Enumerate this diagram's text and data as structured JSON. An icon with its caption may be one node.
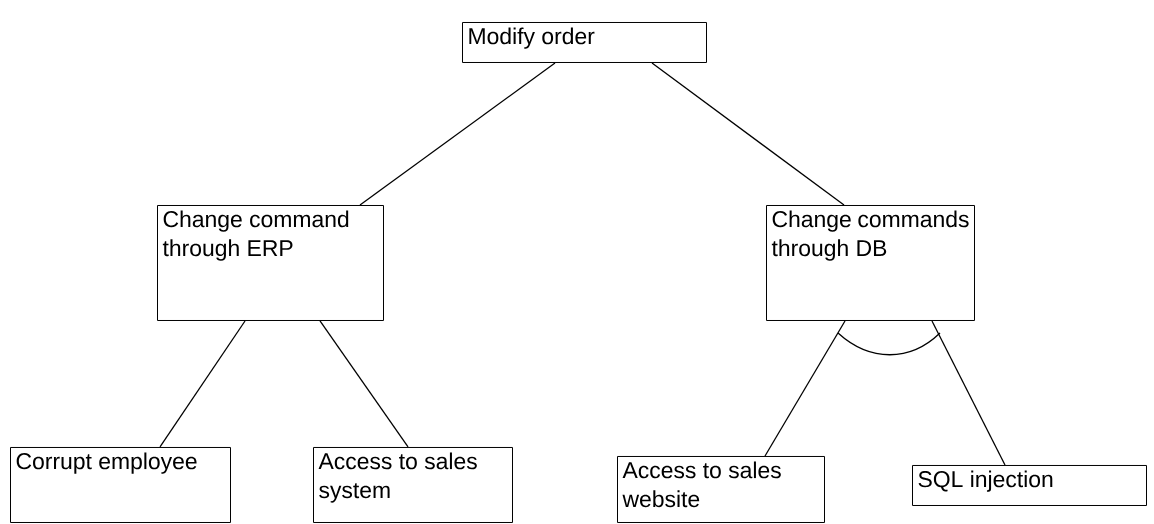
{
  "diagram": {
    "nodes": [
      {
        "text": [
          "Modify order"
        ]
      },
      {
        "text": [
          "Change command through ERP"
        ]
      },
      {
        "text": [
          "Change commands through DB"
        ]
      },
      {
        "text": [
          "Corrupt employee"
        ]
      },
      {
        "text": [
          "Access to sales system"
        ]
      },
      {
        "text": [
          "Access to sales website"
        ]
      },
      {
        "text": [
          "SQL injection"
        ]
      }
    ],
    "edges": [
      {
        "from": 0,
        "to": 1,
        "arrow": "none"
      },
      {
        "from": 0,
        "to": 2,
        "arrow": "none"
      },
      {
        "from": 1,
        "to": 3,
        "arrow": "none"
      },
      {
        "from": 1,
        "to": 4,
        "arrow": "none"
      },
      {
        "from": 2,
        "to": 5,
        "arrow": "none"
      },
      {
        "from": 2,
        "to": 6,
        "arrow": "none"
      }
    ]
  }
}
